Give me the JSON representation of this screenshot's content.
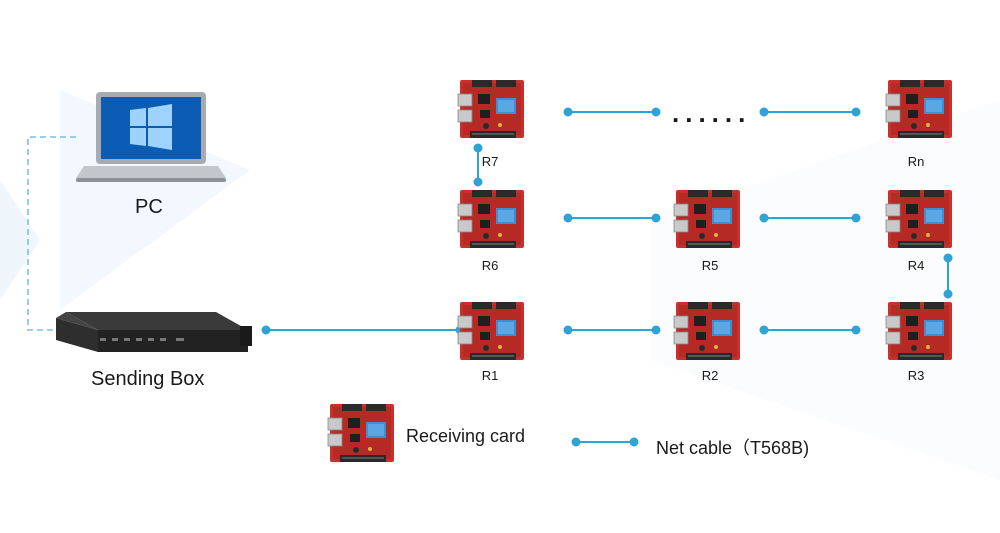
{
  "diagram": {
    "pc_label": "PC",
    "sending_box_label": "Sending Box",
    "cards": [
      {
        "id": "r1",
        "label": "R1"
      },
      {
        "id": "r2",
        "label": "R2"
      },
      {
        "id": "r3",
        "label": "R3"
      },
      {
        "id": "r4",
        "label": "R4"
      },
      {
        "id": "r5",
        "label": "R5"
      },
      {
        "id": "r6",
        "label": "R6"
      },
      {
        "id": "r7",
        "label": "R7"
      },
      {
        "id": "rn",
        "label": "Rn"
      }
    ],
    "ellipsis": "......"
  },
  "legend": {
    "receiving_card_label": "Receiving card",
    "net_cable_label": "Net cable（T568B)"
  },
  "colors": {
    "cable": "#2ea3d6",
    "card_board": "#c8312b",
    "card_chip": "#3d8fd1",
    "box": "#2b2b2b",
    "laptop_frame": "#a7abb1"
  }
}
